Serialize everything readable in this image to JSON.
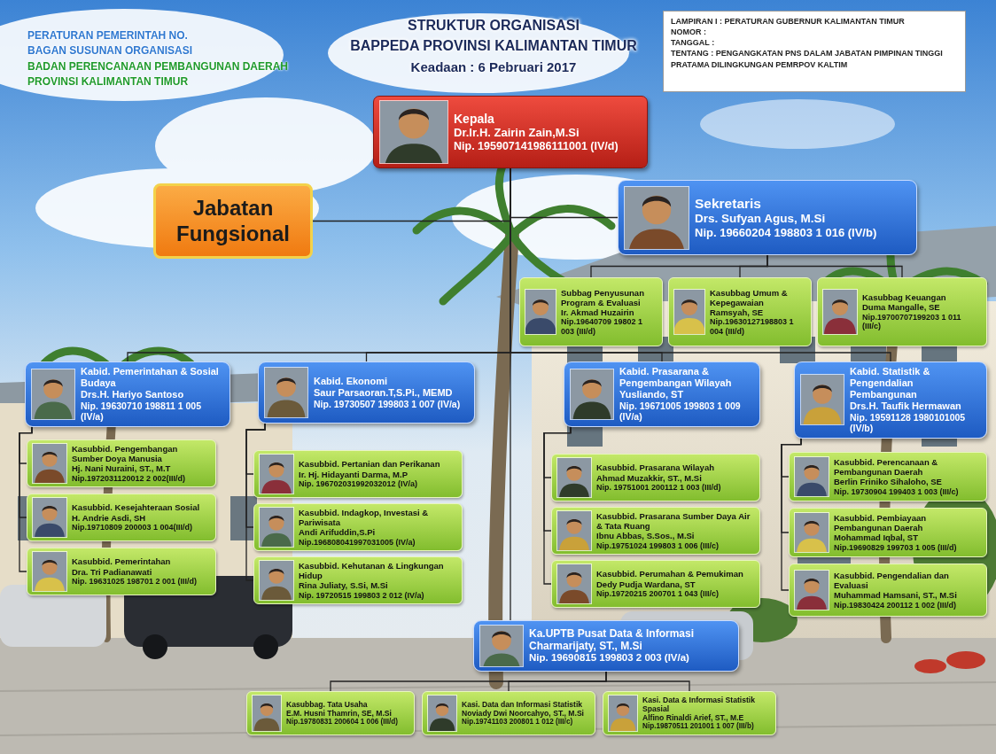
{
  "diagram": {
    "title": "STRUKTUR ORGANISASI",
    "nodes": [
      {
        "text": [
          "LAMPIRAN I : PERATURAN GUBERNUR KALIMANTAN TIMUR",
          "NOMOR :",
          "TANGGAL :",
          "TENTANG : PENGANGKATAN PNS DALAM JABATAN PIMPINAN TINGGI PRATAMA DILINGKUNGAN PEMRPOV KALTIM"
        ]
      },
      {
        "text": [
          "Kepala",
          "Dr.Ir.H. Zairin Zain,M.Si",
          "Nip. 195907141986111001 (IV/d)"
        ]
      },
      {
        "text": [
          "Jabatan Fungsional"
        ]
      },
      {
        "text": [
          "Sekretaris",
          "Drs. Sufyan Agus, M.Si",
          "Nip. 19660204 198803 1 016 (IV/b)"
        ]
      },
      {
        "text": [
          "Subbag Penyusunan Program & Evaluasi",
          "Ir. Akmad Huzairin",
          "Nip.19640709 19802 1 003 (III/d)"
        ]
      },
      {
        "text": [
          "Kasubbag Umum & Kepegawaian",
          "Ramsyah, SE",
          "Nip.19630127198803 1 004 (III/d)"
        ]
      },
      {
        "text": [
          "Kasubbag Keuangan",
          "Duma Mangalle, SE",
          "Nip.19700707199203 1 011 (III/c)"
        ]
      },
      {
        "text": [
          "Kabid. Pemerintahan & Sosial Budaya",
          "Drs.H. Hariyo Santoso",
          "Nip. 19630710 198811 1 005 (IV/a)"
        ]
      },
      {
        "text": [
          "Kabid. Ekonomi",
          "Saur Parsaoran.T,S.Pi., MEMD",
          "Nip. 19730507 199803 1 007 (IV/a)"
        ]
      },
      {
        "text": [
          "Kabid. Prasarana & Pengembangan Wilayah",
          "Yusliando, ST",
          "Nip. 19671005 199803 1 009 (IV/a)"
        ]
      },
      {
        "text": [
          "Kabid. Statistik & Pengendalian Pembangunan",
          "Drs.H. Taufik Hermawan",
          "Nip. 19591128 1980101005 (IV/b)"
        ]
      },
      {
        "text": [
          "Kasubbid. Pengembangan Sumber Doya Manusia",
          "Hj. Nani Nuraini, ST., M.T",
          "Nip.1972031120012 2 002(III/d)"
        ]
      },
      {
        "text": [
          "Kasubbid. Kesejahteraan Sosial",
          "H. Andrie Asdi, SH",
          "Nip.19710809 200003 1 004(III/d)"
        ]
      },
      {
        "text": [
          "Kasubbid. Pemerintahan",
          "Dra. Tri Padianawati",
          "Nip. 19631025 198701 2 001 (III/d)"
        ]
      },
      {
        "text": [
          "Kasubbid. Pertanian dan Perikanan",
          "Ir. Hj. Hidayanti Darma, M.P",
          "Nip. 196702031992032012 (IV/a)"
        ]
      },
      {
        "text": [
          "Kasubbid. Indagkop, Investasi & Pariwisata",
          "Andi Arifuddin,S.Pi",
          "Nip.196808041997031005 (IV/a)"
        ]
      },
      {
        "text": [
          "Kasubbid. Kehutanan & Lingkungan Hidup",
          "Rina Juliaty, S.Si, M.Si",
          "Nip. 19720515 199803 2 012 (IV/a)"
        ]
      },
      {
        "text": [
          "Kasubbid. Prasarana Wilayah",
          "Ahmad Muzakkir, ST., M.Si",
          "Nip. 19751001 200112 1 003 (III/d)"
        ]
      },
      {
        "text": [
          "Kasubbid. Prasarana Sumber Daya Air & Tata Ruang",
          "Ibnu Abbas, S.Sos., M.Si",
          "Nip.19751024 199803 1 006 (III/c)"
        ]
      },
      {
        "text": [
          "Kasubbid. Perumahan & Pemukiman",
          "Dedy Pudja Wardana, ST",
          "Nip.19720215 200701 1 043 (III/c)"
        ]
      },
      {
        "text": [
          "Kasubbid. Perencanaan & Pembangunan Daerah",
          "Berlin Friniko Sihaloho, SE",
          "Nip. 19730904 199403 1 003 (III/c)"
        ]
      },
      {
        "text": [
          "Kasubbid. Pembiayaan Pembangunan Daerah",
          "Mohammad Iqbal, ST",
          "Nip.19690829 199703 1 005 (III/d)"
        ]
      },
      {
        "text": [
          "Kasubbid. Pengendalian dan Evaluasi",
          "Muhammad Hamsani, ST., M.Si",
          "Nip.19830424 200112 1 002 (III/d)"
        ]
      },
      {
        "text": [
          "Ka.UPTB Pusat Data & Informasi",
          "Charmarijaty, ST., M.Si",
          "Nip. 19690815 199803 2 003 (IV/a)"
        ]
      },
      {
        "text": [
          "Kasubbag. Tata Usaha",
          "E.M. Husni Thamrin, SE, M.Si",
          "Nip.19780831 200604 1 006 (III/d)"
        ]
      },
      {
        "text": [
          "Kasi. Data dan Informasi Statistik",
          "Noviady Dwi Noorcahyo, ST., M.Si",
          "Nip.19741103 200801 1 012 (III/c)"
        ]
      },
      {
        "text": [
          "Kasi. Data & Informasi Statistik Spasial",
          "Alfino Rinaldi Arief, ST., M.E",
          "Nip.19870511 201001 1 007 (III/b)"
        ]
      }
    ],
    "edges": [
      {
        "from": 1,
        "to": 2,
        "arrow": "none"
      },
      {
        "from": 1,
        "to": 3,
        "arrow": "none"
      },
      {
        "from": 3,
        "to": 4,
        "arrow": "none"
      },
      {
        "from": 3,
        "to": 5,
        "arrow": "none"
      },
      {
        "from": 3,
        "to": 6,
        "arrow": "none"
      },
      {
        "from": 1,
        "to": 7,
        "arrow": "none"
      },
      {
        "from": 1,
        "to": 8,
        "arrow": "none"
      },
      {
        "from": 1,
        "to": 9,
        "arrow": "none"
      },
      {
        "from": 1,
        "to": 10,
        "arrow": "none"
      },
      {
        "from": 1,
        "to": 23,
        "arrow": "none"
      },
      {
        "from": 7,
        "to": 11,
        "arrow": "none"
      },
      {
        "from": 7,
        "to": 12,
        "arrow": "none"
      },
      {
        "from": 7,
        "to": 13,
        "arrow": "none"
      },
      {
        "from": 8,
        "to": 14,
        "arrow": "none"
      },
      {
        "from": 8,
        "to": 15,
        "arrow": "none"
      },
      {
        "from": 8,
        "to": 16,
        "arrow": "none"
      },
      {
        "from": 9,
        "to": 17,
        "arrow": "none"
      },
      {
        "from": 9,
        "to": 18,
        "arrow": "none"
      },
      {
        "from": 9,
        "to": 19,
        "arrow": "none"
      },
      {
        "from": 10,
        "to": 20,
        "arrow": "none"
      },
      {
        "from": 10,
        "to": 21,
        "arrow": "none"
      },
      {
        "from": 10,
        "to": 22,
        "arrow": "none"
      },
      {
        "from": 23,
        "to": 24,
        "arrow": "none"
      },
      {
        "from": 23,
        "to": 25,
        "arrow": "none"
      },
      {
        "from": 23,
        "to": 26,
        "arrow": "none"
      }
    ],
    "labels": [
      "PERATURAN PEMERINTAH NO.",
      "BAGAN SUSUNAN ORGANISASI",
      "BADAN PERENCANAAN PEMBANGUNAN DAERAH",
      "PROVINSI KALIMANTAN TIMUR",
      "BAPPEDA PROVINSI KALIMANTAN TIMUR",
      "Keadaan : 6 Pebruari 2017"
    ]
  }
}
